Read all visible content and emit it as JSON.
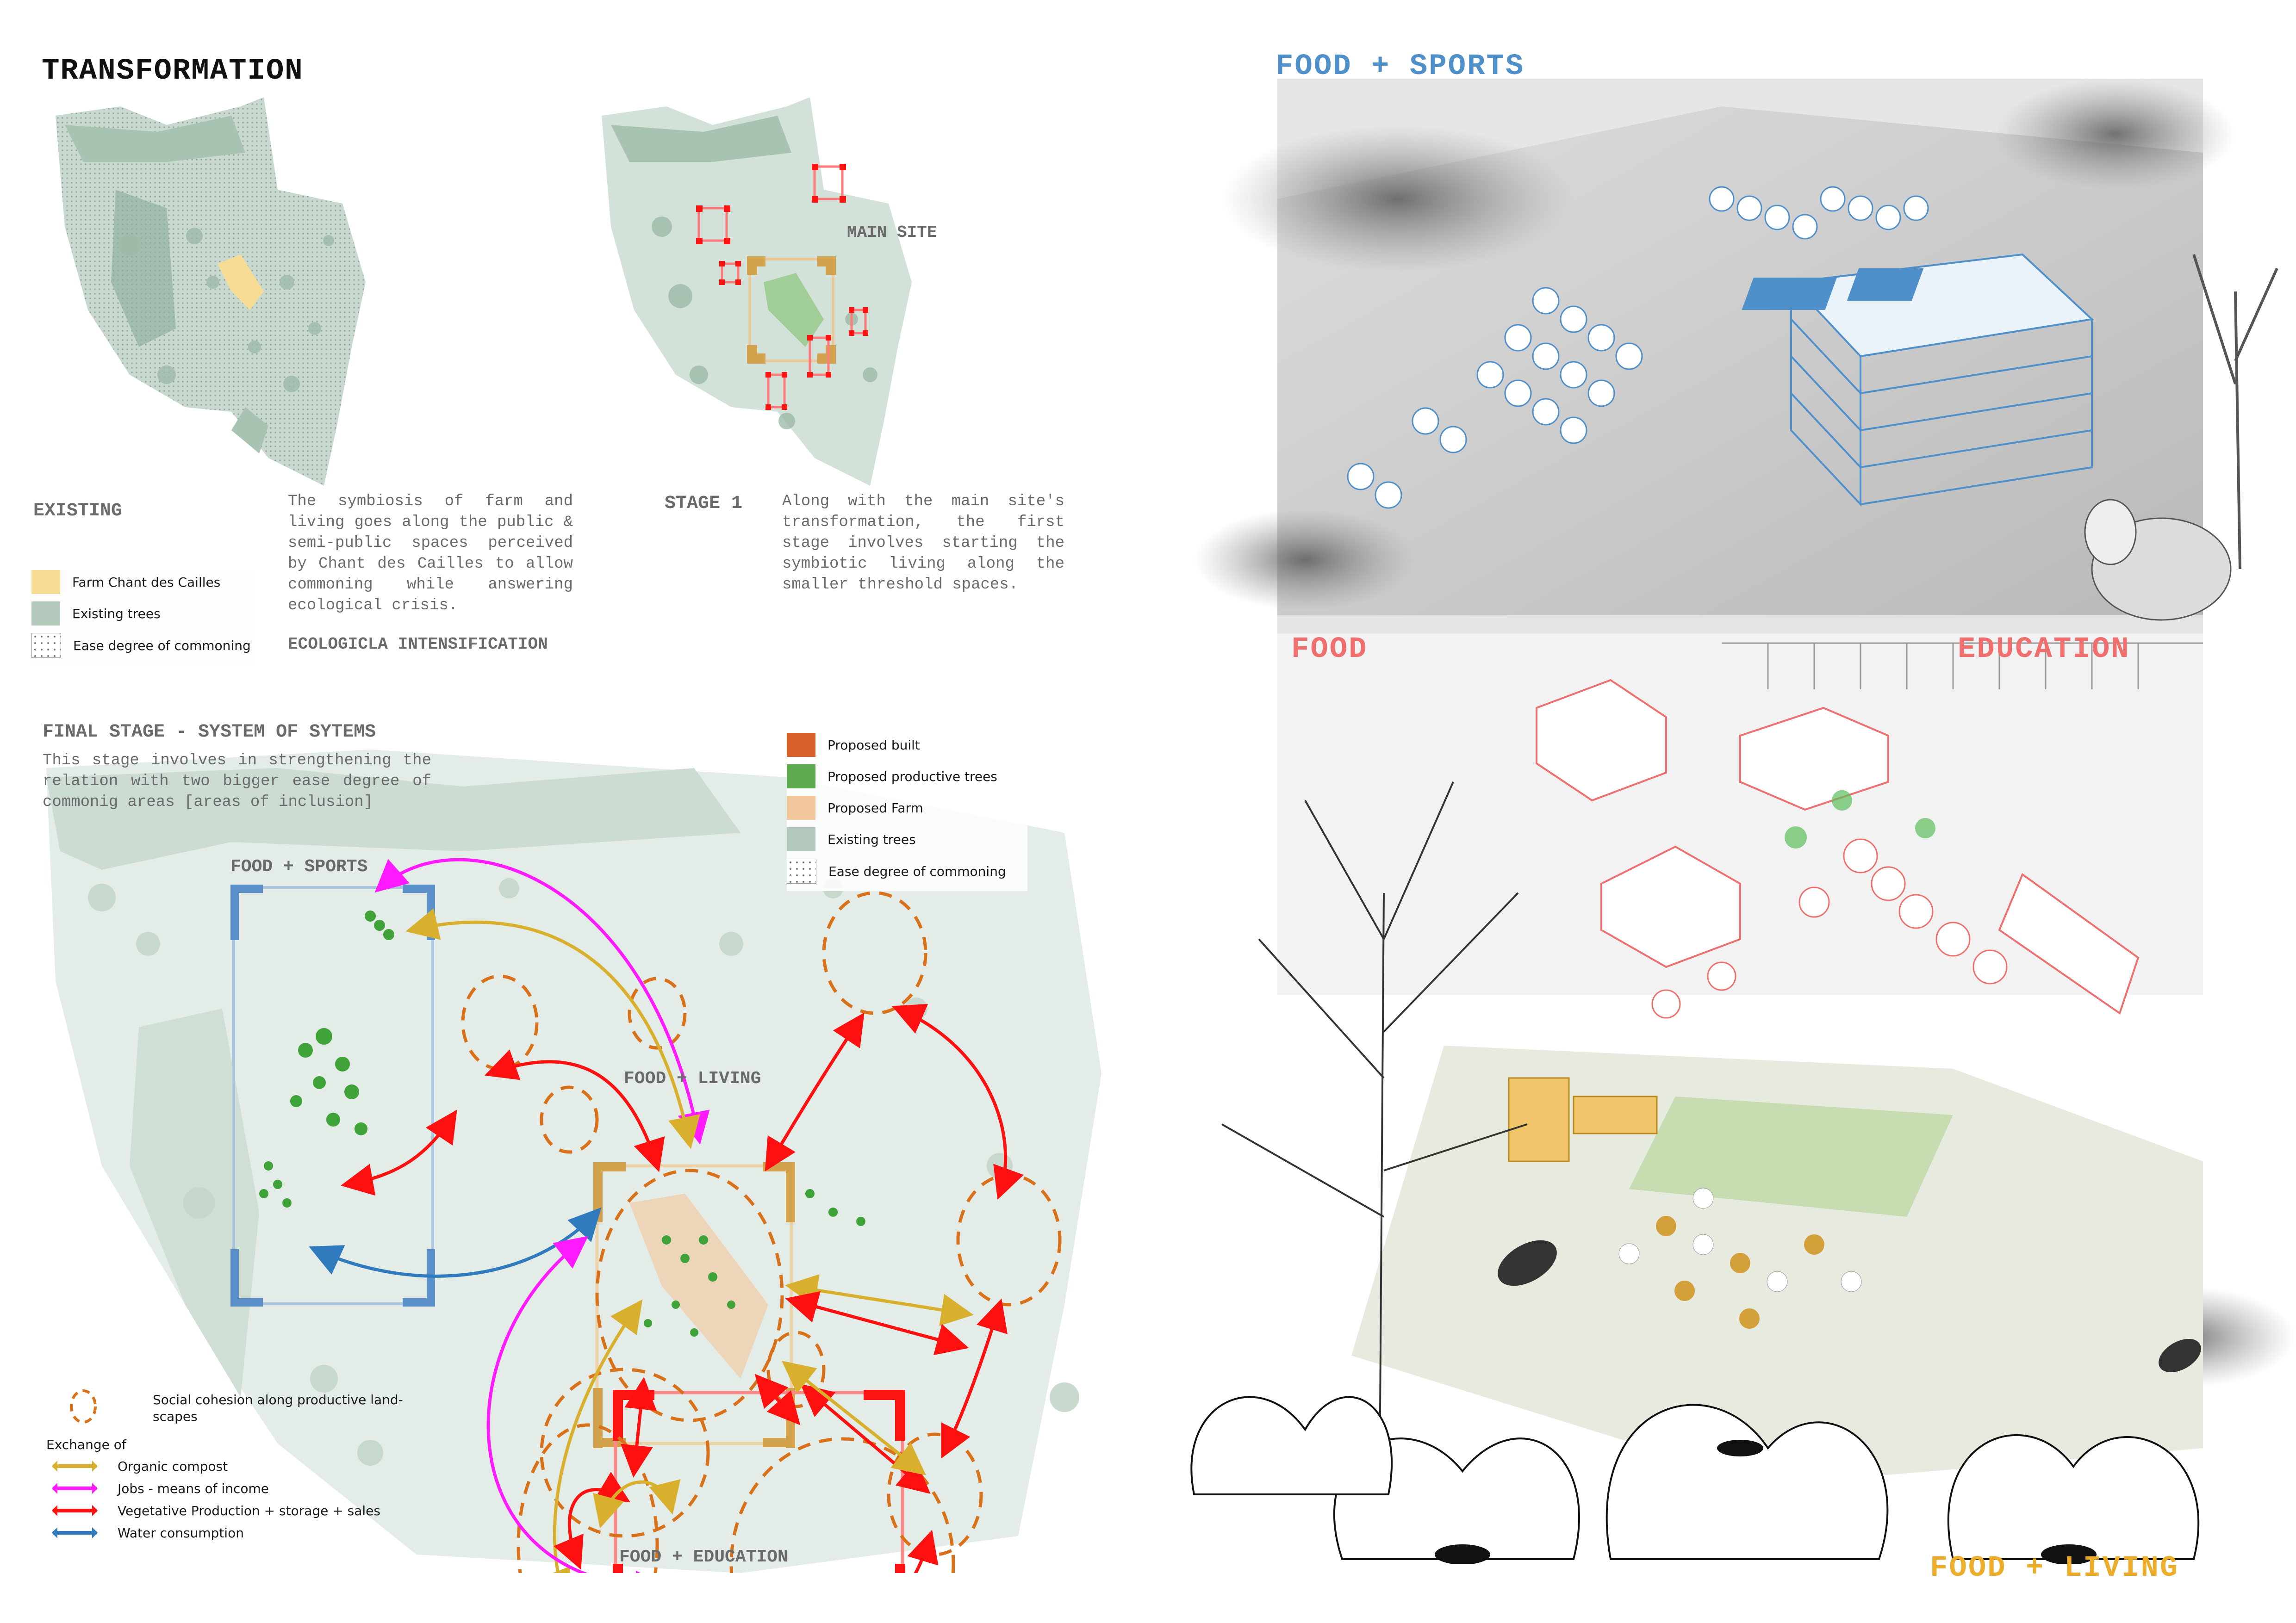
{
  "page": {
    "title": "TRANSFORMATION"
  },
  "existing": {
    "label": "EXISTING",
    "description": "The symbiosis of farm and living goes along the public & semi-public spaces perceived by Chant des Cailles to allow commoning while answering ecological crisis.",
    "subheading": "ECOLOGICLA INTENSIFICATION",
    "legend": [
      {
        "label": "Farm Chant des Cailles",
        "color": "#f7dc94",
        "pattern": "solid"
      },
      {
        "label": "Existing trees",
        "color": "#b3c9bc",
        "pattern": "solid"
      },
      {
        "label": "Ease degree of commoning",
        "color": "#ffffff",
        "pattern": "dots"
      }
    ]
  },
  "stage1": {
    "label": "STAGE 1",
    "map_label": "MAIN SITE",
    "description": "Along with the main site's transformation, the first stage involves starting the symbiotic living along the smaller threshold spaces."
  },
  "final_stage": {
    "heading": "FINAL STAGE - SYSTEM OF SYTEMS",
    "description": "This stage involves in strengthening the relation with two bigger ease degree of commonig areas [areas of inclusion]",
    "zones": [
      {
        "label": "FOOD + SPORTS",
        "color": "#5b8fc7"
      },
      {
        "label": "FOOD + LIVING",
        "color": "#d2a24c"
      },
      {
        "label": "FOOD + EDUCATION",
        "color": "#ff1a1a"
      }
    ],
    "legend": [
      {
        "label": "Proposed built",
        "color": "#d9602a",
        "pattern": "solid"
      },
      {
        "label": "Proposed productive trees",
        "color": "#5ea84e",
        "pattern": "solid"
      },
      {
        "label": "Proposed Farm",
        "color": "#f3c79c",
        "pattern": "solid"
      },
      {
        "label": "Existing trees",
        "color": "#b3c9bc",
        "pattern": "solid"
      },
      {
        "label": "Ease degree of commoning",
        "color": "#ffffff",
        "pattern": "dots"
      }
    ],
    "exchange_legend": {
      "circle_label": "Social cohesion along productive land-scapes",
      "circle_color": "#d9711a",
      "title": "Exchange of",
      "items": [
        {
          "label": "Organic compost",
          "color": "#d9b02e"
        },
        {
          "label": "Jobs - means of income",
          "color": "#ff1aff"
        },
        {
          "label": "Vegetative Production + storage + sales",
          "color": "#ff1010"
        },
        {
          "label": "Water consumption",
          "color": "#2f7bbd"
        }
      ]
    }
  },
  "render": {
    "titles": {
      "food_sports": "FOOD + SPORTS",
      "food": "FOOD",
      "education": "EDUCATION",
      "food_living": "FOOD + LIVING"
    },
    "colors": {
      "sports": "#4f8fca",
      "education": "#ef6f6f",
      "living": "#ecad2a"
    }
  }
}
